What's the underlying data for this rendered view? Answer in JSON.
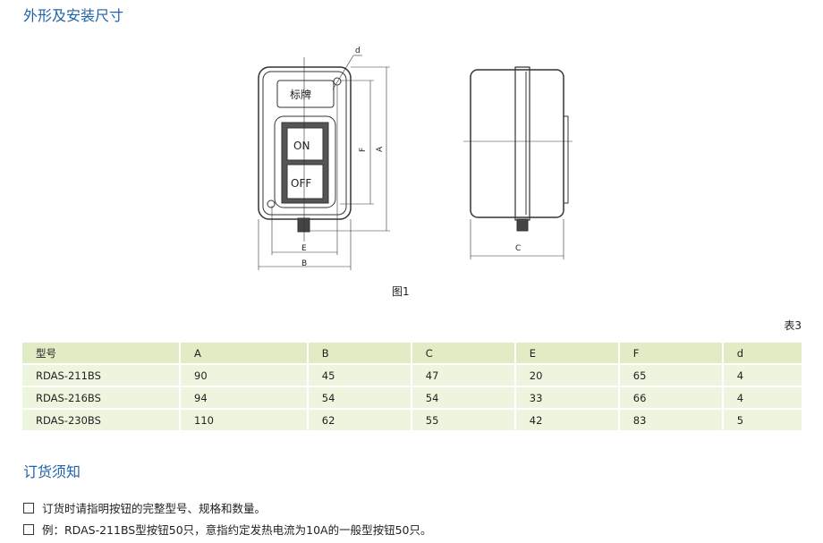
{
  "section_title": "外形及安装尺寸",
  "drawing": {
    "label_plate": "标牌",
    "on": "ON",
    "off": "OFF",
    "dims": {
      "a": "A",
      "b": "B",
      "c": "C",
      "d": "d",
      "e": "E",
      "f": "F"
    }
  },
  "figure_caption": "图1",
  "table_number": "表3",
  "table": {
    "headers": [
      "型号",
      "A",
      "B",
      "C",
      "E",
      "F",
      "d"
    ],
    "rows": [
      [
        "RDAS-211BS",
        "90",
        "45",
        "47",
        "20",
        "65",
        "4"
      ],
      [
        "RDAS-216BS",
        "94",
        "54",
        "54",
        "33",
        "66",
        "4"
      ],
      [
        "RDAS-230BS",
        "110",
        "62",
        "55",
        "42",
        "83",
        "5"
      ]
    ]
  },
  "order_title": "订货须知",
  "notes": [
    "订货时请指明按钮的完整型号、规格和数量。",
    "例：RDAS-211BS型按钮50只，意指约定发热电流为10A的一般型按钮50只。"
  ]
}
